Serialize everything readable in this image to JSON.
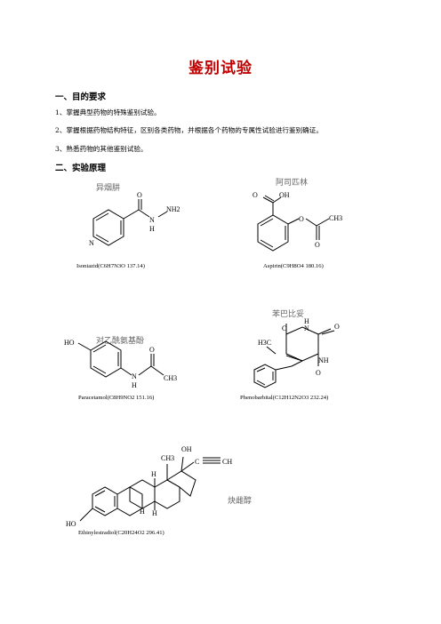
{
  "title": "鉴别试验",
  "section1": {
    "heading": "一、目的要求",
    "items": [
      "1、掌握典型药物的特殊鉴别试验。",
      "2、掌握根据药物结构特征，区别各类药物，并根据各个药物的专属性试验进行鉴别确证。",
      "3、熟悉药物的其他鉴别试验。"
    ]
  },
  "section2": {
    "heading": "二、实验原理"
  },
  "compounds": {
    "isoniazid": {
      "name_cn": "异烟肼",
      "caption": "Isoniazid(C6H7N3O   137.14)",
      "atoms": [
        "O",
        "NH2",
        "N",
        "H",
        "N"
      ]
    },
    "aspirin": {
      "name_cn": "阿司匹林",
      "caption": "Aspirin(C9H8O4  180.16)",
      "atoms": [
        "O",
        "OH",
        "O",
        "CH3",
        "O"
      ]
    },
    "paracetamol": {
      "name_cn": "对乙酰氨基酚",
      "caption": "Paracetamol(C8H9NO2  151.16)",
      "atoms": [
        "HO",
        "O",
        "N",
        "H",
        "CH3"
      ]
    },
    "phenobarbital": {
      "name_cn": "苯巴比妥",
      "caption": "Phenobarbital(C12H12N2O3   232.24)",
      "atoms": [
        "H",
        "N",
        "O",
        "O",
        "H3C",
        "NH",
        "O"
      ]
    },
    "ethinylestradiol": {
      "name_cn": "炔雌醇",
      "caption": "Ethinylestradiol(C20H24O2  296.41)",
      "atoms": [
        "OH",
        "CH3",
        "C",
        "CH",
        "H",
        "H",
        "H",
        "HO"
      ]
    }
  }
}
